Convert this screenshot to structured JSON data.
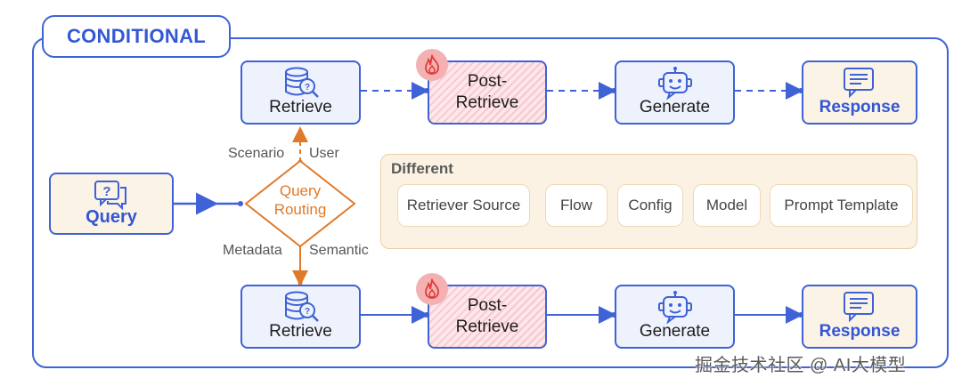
{
  "title": "CONDITIONAL",
  "query": "Query",
  "routing": {
    "line1": "Query",
    "line2": "Routing"
  },
  "branch_labels": {
    "scenario": "Scenario",
    "user": "User",
    "metadata": "Metadata",
    "semantic": "Semantic"
  },
  "top_flow": {
    "retrieve": "Retrieve",
    "post_line1": "Post-",
    "post_line2": "Retrieve",
    "generate": "Generate",
    "response": "Response",
    "style": "dashed"
  },
  "bottom_flow": {
    "retrieve": "Retrieve",
    "post_line1": "Post-",
    "post_line2": "Retrieve",
    "generate": "Generate",
    "response": "Response",
    "style": "solid"
  },
  "different": {
    "title": "Different",
    "items": [
      "Retriever Source",
      "Flow",
      "Config",
      "Model",
      "Prompt Template"
    ]
  },
  "colors": {
    "blue": "#3f62d6",
    "orange": "#e07a2a",
    "pink": "#f7c8cf",
    "beige": "#fbf2e4"
  },
  "watermark": "掘金技术社区 @ AI大模型"
}
